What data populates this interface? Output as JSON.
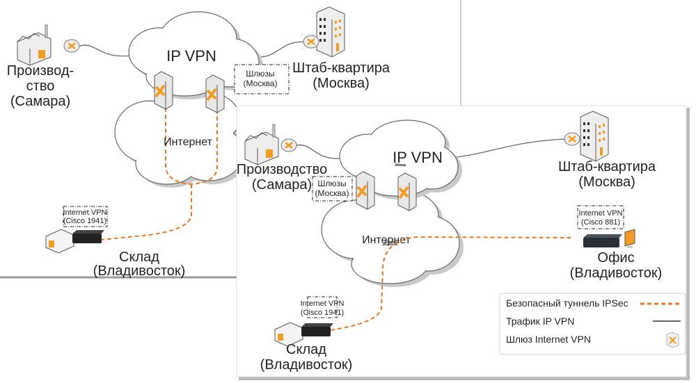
{
  "colors": {
    "tunnel": "#e87722",
    "ip_vpn_line": "#666666",
    "accent": "#f39c1f"
  },
  "panel_a": {
    "production": [
      "Производ-",
      "ство",
      "(Самара)"
    ],
    "ip_vpn": "IP VPN",
    "gateways": [
      "Шлюзы",
      "(Москва)"
    ],
    "hq": [
      "Штаб-квартира",
      "(Москва)"
    ],
    "internet": "Интернет",
    "warehouse_device": [
      "Internet VPN",
      "(Cisco 1941)"
    ],
    "warehouse": [
      "Склад",
      "(Владивосток)"
    ]
  },
  "panel_b": {
    "production": [
      "Производство",
      "(Самара)"
    ],
    "ip_vpn": "IP VPN",
    "gateways": [
      "Шлюзы",
      "(Москва)"
    ],
    "hq": [
      "Штаб-квартира",
      "(Москва)"
    ],
    "internet": "Интернет",
    "office_device": [
      "Internet VPN",
      "(Cisco 881)"
    ],
    "office": [
      "Офис",
      "(Владивосток)"
    ],
    "warehouse_device": [
      "Internet VPN",
      "(Cisco 1941)"
    ],
    "warehouse": [
      "Склад",
      "(Владивосток)"
    ],
    "legend": [
      {
        "label": "Безопасный туннель IPSec",
        "icon": "orange-dashed-line"
      },
      {
        "label": "Трафик IP VPN",
        "icon": "gray-solid-line"
      },
      {
        "label": "Шлюз Internet VPN",
        "icon": "gateway-icon"
      }
    ]
  }
}
